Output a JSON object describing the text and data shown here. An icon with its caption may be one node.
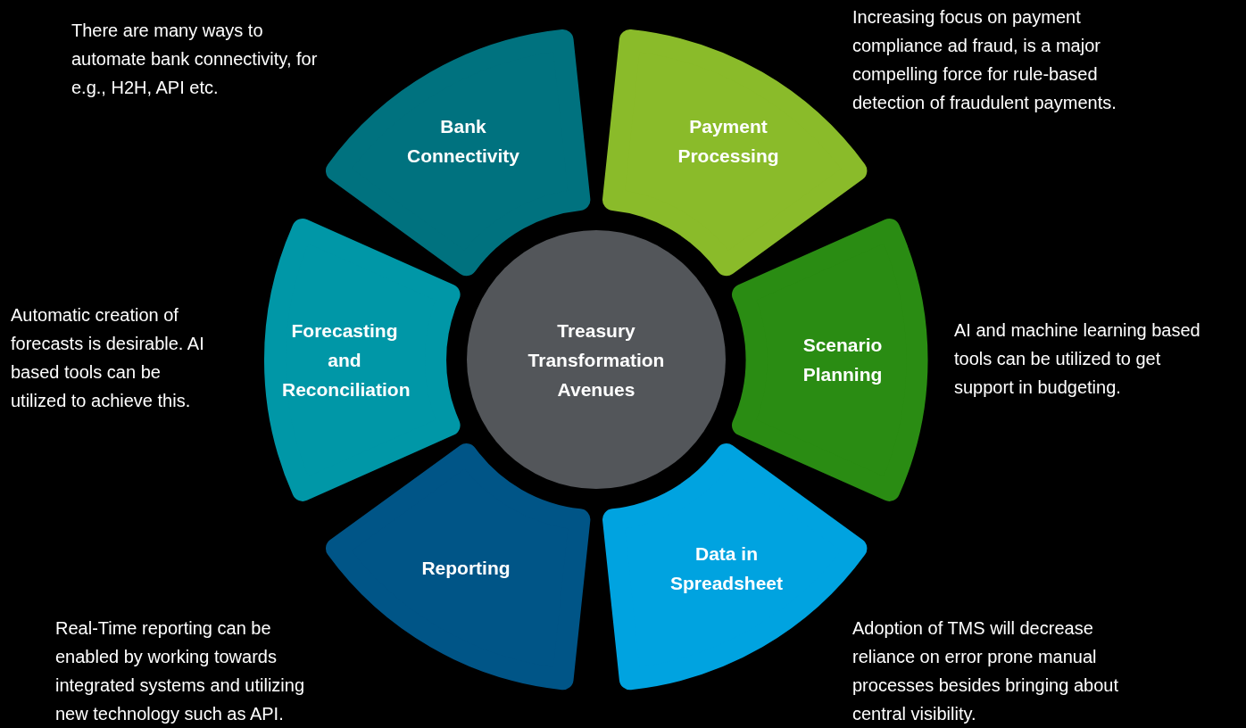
{
  "diagram": {
    "nodes": [
      {
        "text": [
          "Bank Connectivity"
        ]
      },
      {
        "text": [
          "Payment Processing"
        ]
      },
      {
        "text": [
          "Forecasting and Reconciliation"
        ]
      },
      {
        "text": [
          "Treasury Transformation Avenues"
        ]
      },
      {
        "text": [
          "Scenario Planning"
        ]
      },
      {
        "text": [
          "Reporting"
        ]
      },
      {
        "text": [
          "Data in Spreadsheet"
        ]
      }
    ],
    "labels": [
      "There are many ways to automate bank connectivity, for e.g., H2H, API etc.",
      "Increasing focus on payment compliance ad fraud, is a major compelling force for rule-based detection of fraudulent payments.",
      "Automatic creation of forecasts is desirable. AI based tools can be utilized to achieve this.",
      "AI and machine learning based tools can be utilized to get support in budgeting.",
      "Real-Time reporting can be enabled by working towards integrated systems and utilizing new technology such as API.",
      "Adoption of TMS will decrease reliance on error prone manual processes besides bringing about central visibility."
    ]
  }
}
